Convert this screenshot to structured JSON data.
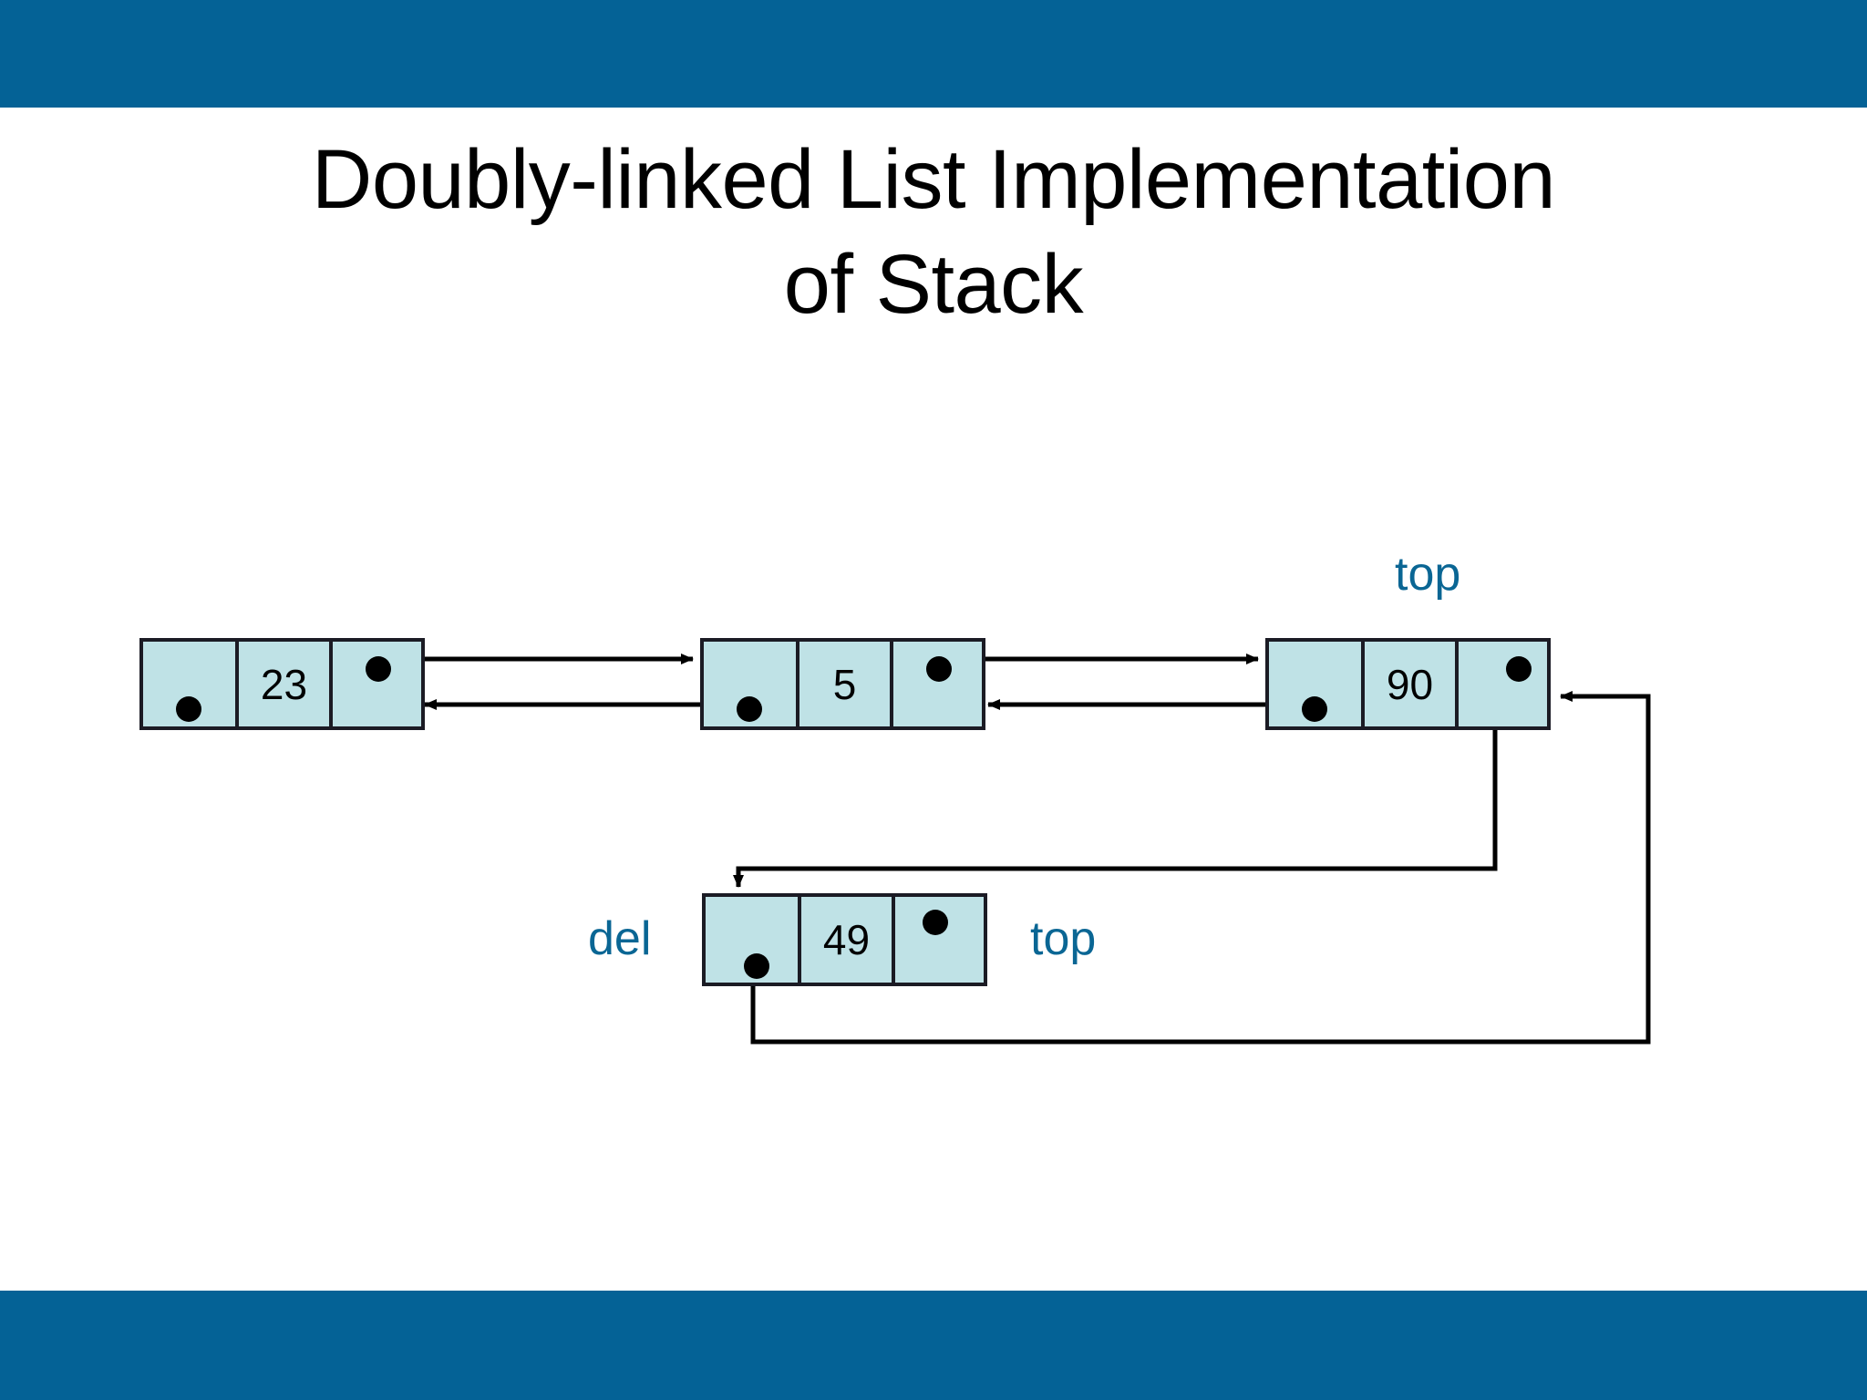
{
  "slide": {
    "title": "Doubly-linked List Implementation of Stack",
    "title_line1": "Doubly-linked List Implementation",
    "title_line2": "of Stack",
    "header_color": "#046296",
    "footer_color": "#046296",
    "background_color": "#ffffff"
  },
  "diagram": {
    "node_fill": "#bfe2e6",
    "node_border": "#1b1b24",
    "pointer_dot_color": "#000000",
    "arrow_color": "#000000",
    "label_color": "#0a6694",
    "list_nodes": [
      {
        "id": "node-23",
        "value": "23",
        "prev_pointer": "null-dot",
        "next_pointer": "dot"
      },
      {
        "id": "node-5",
        "value": "5",
        "prev_pointer": "dot",
        "next_pointer": "dot"
      },
      {
        "id": "node-90",
        "value": "90",
        "prev_pointer": "dot",
        "next_pointer": "dot"
      }
    ],
    "detached_node": {
      "id": "node-49",
      "value": "49",
      "prev_pointer": "dot",
      "next_pointer": "dot"
    },
    "labels": {
      "top_above_node90": "top",
      "del_left_of_node49": "del",
      "top_right_of_node49": "top"
    }
  }
}
